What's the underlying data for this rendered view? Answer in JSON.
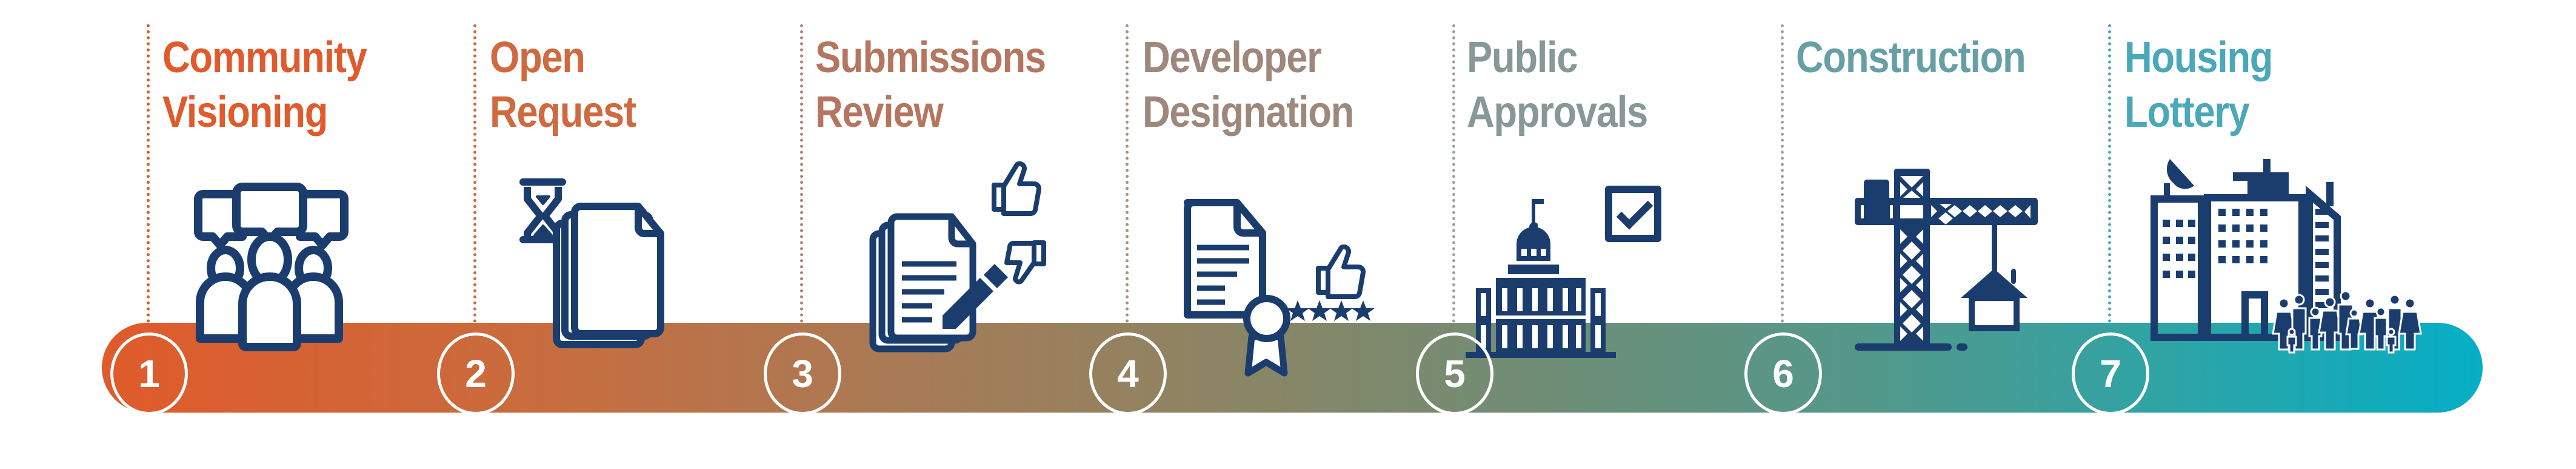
{
  "diagram": {
    "type": "process-timeline",
    "icon_color": "#1b3d6e",
    "gradient_colors": [
      "#e05a2b",
      "#a97a55",
      "#6c8f78",
      "#2aa5a8",
      "#05aec6"
    ]
  },
  "steps": [
    {
      "number": "1",
      "title_line1": "Community",
      "title_line2": "Visioning",
      "color": "#e05a2b",
      "icon": "community-speech-bubbles-icon"
    },
    {
      "number": "2",
      "title_line1": "Open",
      "title_line2": "Request",
      "color": "#d0693f",
      "icon": "hourglass-documents-icon"
    },
    {
      "number": "3",
      "title_line1": "Submissions",
      "title_line2": "Review",
      "color": "#b5765f",
      "icon": "documents-pen-thumbs-icon"
    },
    {
      "number": "4",
      "title_line1": "Developer",
      "title_line2": "Designation",
      "color": "#9e877b",
      "icon": "certificate-thumbs-up-stars-icon"
    },
    {
      "number": "5",
      "title_line1": "Public",
      "title_line2": "Approvals",
      "color": "#879896",
      "icon": "capitol-checkbox-icon"
    },
    {
      "number": "6",
      "title_line1": "Construction",
      "title_line2": "",
      "color": "#66a0a6",
      "icon": "crane-house-icon"
    },
    {
      "number": "7",
      "title_line1": "Housing",
      "title_line2": "Lottery",
      "color": "#4aa8b8",
      "icon": "buildings-people-icon"
    }
  ]
}
